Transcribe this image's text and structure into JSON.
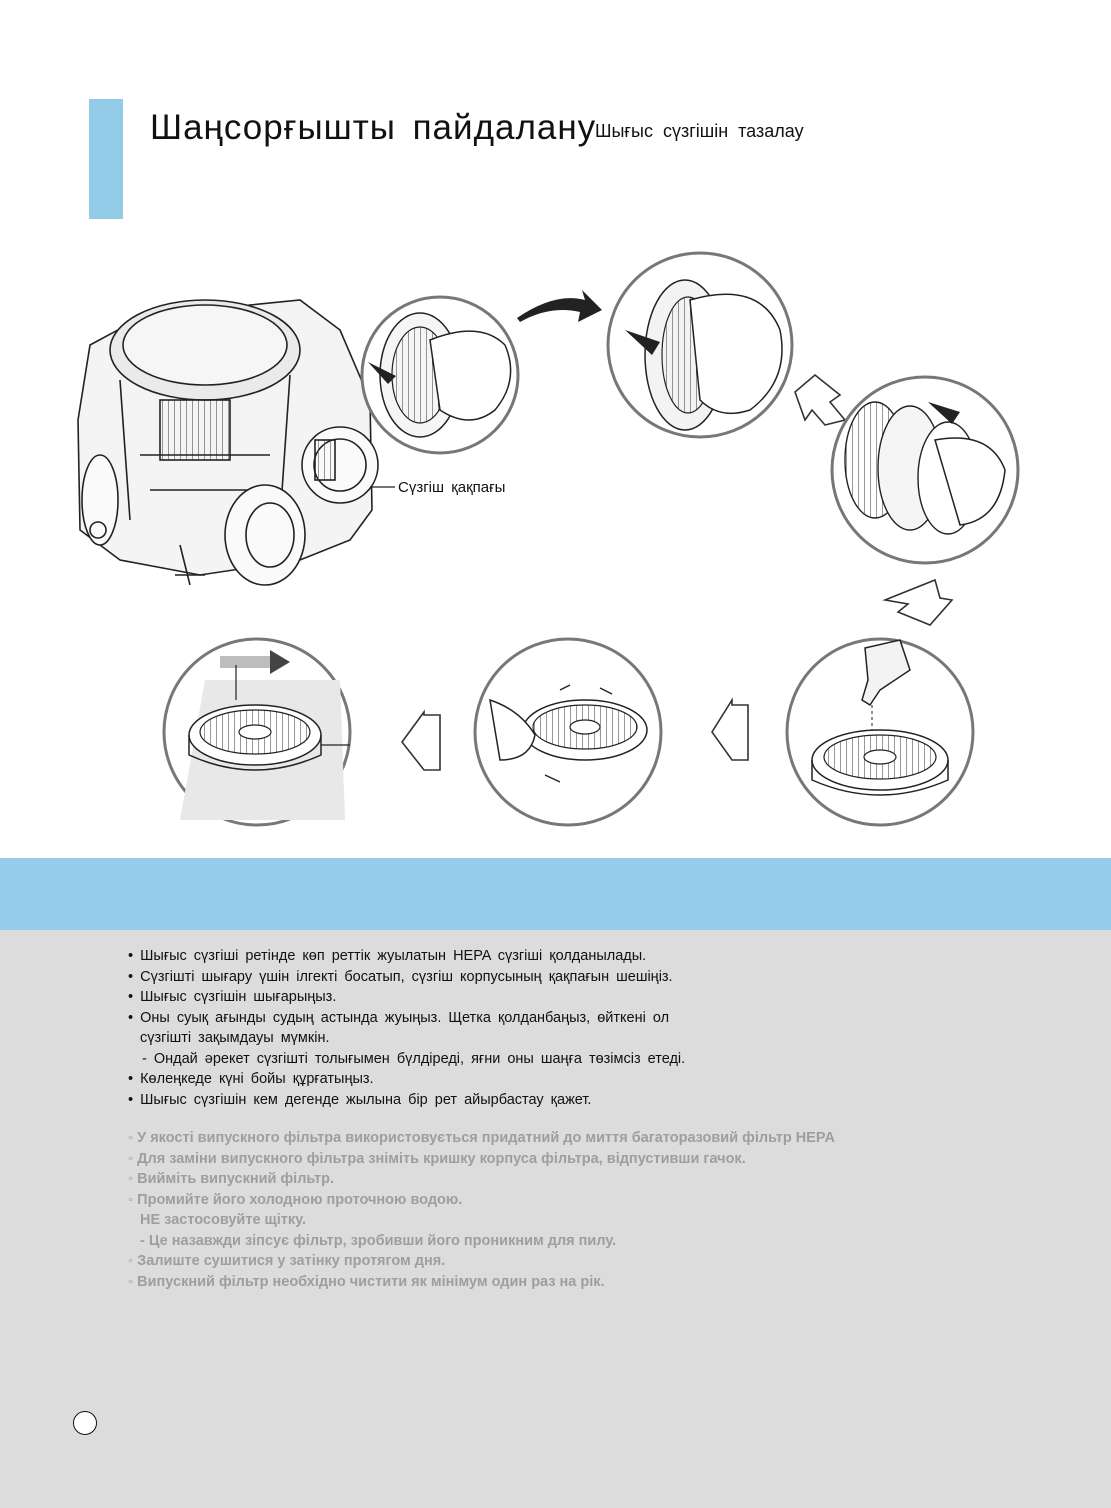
{
  "header": {
    "title": "Шаңсорғышты пайдалану",
    "subtitle": "Шығыс сүзгішін тазалау",
    "accent_color": "#92cbe8"
  },
  "illustration": {
    "callout_label": "Сүзгіш қақпағы"
  },
  "instructions_kz": [
    "• Шығыс сүзгіші ретінде көп реттік жуылатын HEPA сүзгіші қолданылады.",
    "• Сүзгішті шығару үшін ілгекті босатып, сүзгіш корпусының қақпағын шешіңіз.",
    "• Шығыс сүзгішін шығарыңыз.",
    "• Оны суық ағынды судың астында жуыңыз. Щетка қолданбаңыз, өйткені ол",
    "сүзгішті зақымдауы мүмкін.",
    "- Ондай әрекет сүзгішті толығымен бүлдіреді, яғни оны шаңға төзімсіз етеді.",
    "• Көлеңкеде күні бойы құрғатыңыз.",
    "• Шығыс сүзгішін кем дегенде жылына бір рет айырбастау қажет."
  ],
  "instructions_uk": [
    "◦ У якості випускного фільтра використовується придатний до миття багаторазовий фільтр HEPA",
    "◦ Для заміни випускного фільтра зніміть кришку корпуса фільтра, відпустивши гачок.",
    "◦ Вийміть випускний фільтр.",
    "◦ Промийте його холодною проточною водою.",
    "НЕ застосовуйте щітку.",
    "- Це назавжди зіпсує фільтр, зробивши його проникним для пилу.",
    "◦ Залиште сушитися у затінку протягом дня.",
    "◦ Випускний фільтр необхідно чистити як мінімум один раз на рік."
  ],
  "colors": {
    "band": "#95cdea",
    "panel": "#dcdcdc",
    "faded_text": "#9e9e9e"
  }
}
